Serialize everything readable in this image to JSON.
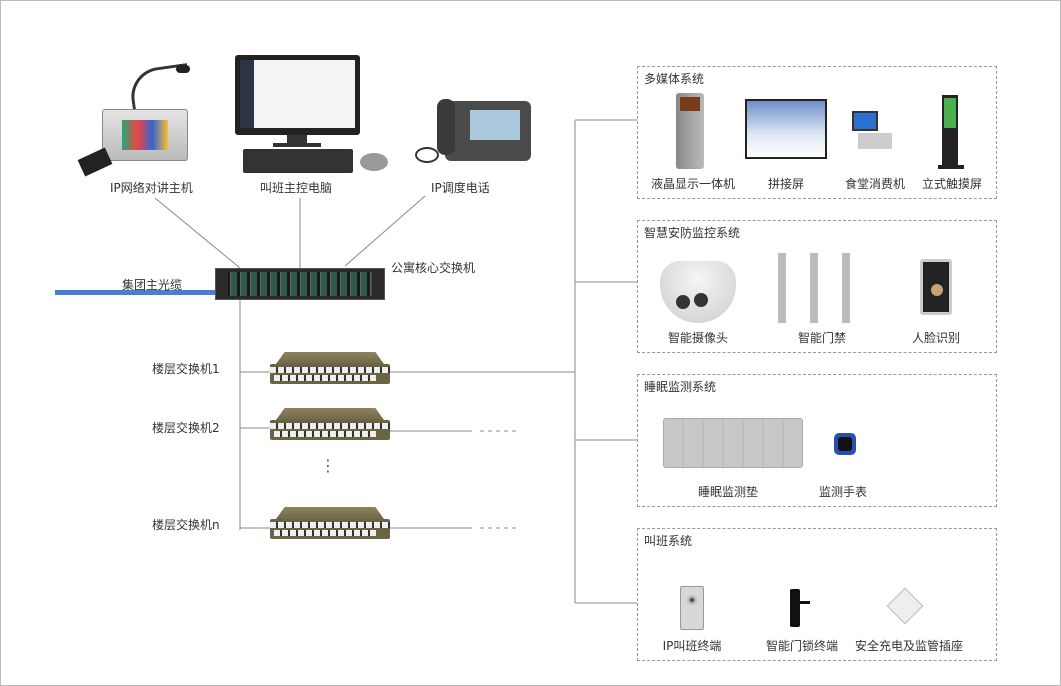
{
  "top_devices": [
    {
      "label": "IP网络对讲主机",
      "icon": "intercom-host-icon"
    },
    {
      "label": "叫班主控电脑",
      "icon": "desktop-computer-icon"
    },
    {
      "label": "IP调度电话",
      "icon": "ip-phone-icon"
    }
  ],
  "core_switch": {
    "label": "公寓核心交换机"
  },
  "fiber": {
    "label": "集团主光缆",
    "color": "#4a7fd0"
  },
  "floor_switches": [
    {
      "label": "楼层交换机1"
    },
    {
      "label": "楼层交换机2"
    },
    {
      "label": "楼层交换机n"
    }
  ],
  "ellipsis": "⋮",
  "systems": [
    {
      "title": "多媒体系统",
      "items": [
        "液晶显示一体机",
        "拼接屏",
        "食堂消费机",
        "立式触摸屏"
      ]
    },
    {
      "title": "智慧安防监控系统",
      "items": [
        "智能摄像头",
        "智能门禁",
        "人脸识别"
      ]
    },
    {
      "title": "睡眠监测系统",
      "items": [
        "睡眠监测垫",
        "监测手表"
      ]
    },
    {
      "title": "叫班系统",
      "items": [
        "IP叫班终端",
        "智能门锁终端",
        "安全充电及监管插座"
      ]
    }
  ]
}
